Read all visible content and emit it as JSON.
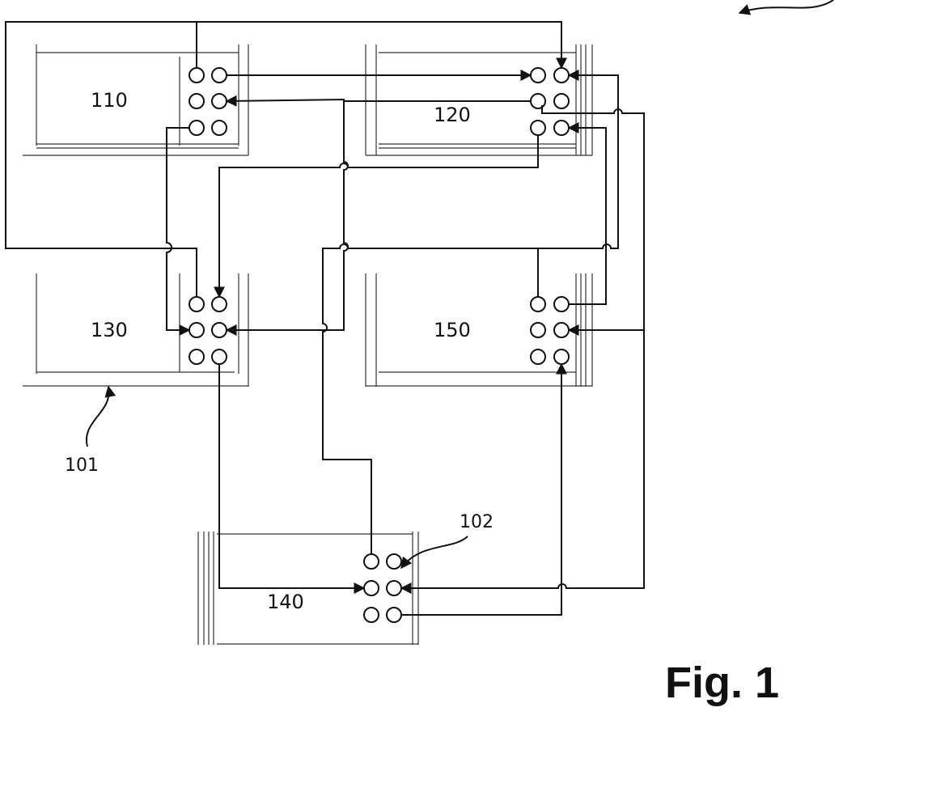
{
  "modules": [
    {
      "id": "m110",
      "label": "110"
    },
    {
      "id": "m120",
      "label": "120"
    },
    {
      "id": "m130",
      "label": "130"
    },
    {
      "id": "m150",
      "label": "150"
    },
    {
      "id": "m140",
      "label": "140"
    }
  ],
  "references": [
    {
      "id": "r101",
      "label": "101"
    },
    {
      "id": "r102",
      "label": "102"
    }
  ],
  "figure_caption": "Fig. 1"
}
